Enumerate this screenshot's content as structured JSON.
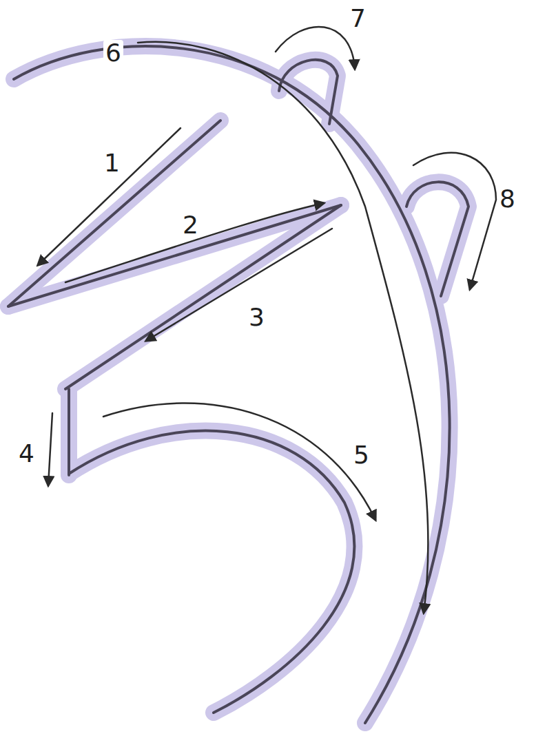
{
  "diagram": {
    "labels": [
      "6",
      "7",
      "1",
      "2",
      "8",
      "3",
      "4",
      "5"
    ]
  }
}
